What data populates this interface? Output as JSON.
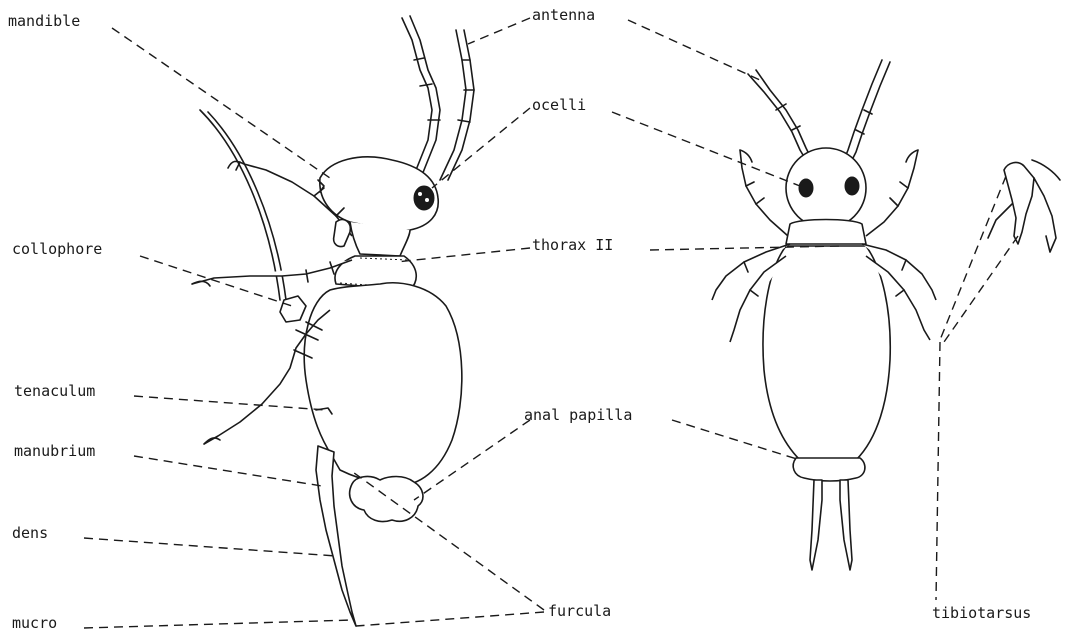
{
  "labels": {
    "mandible": "mandible",
    "antenna": "antenna",
    "ocelli": "ocelli",
    "collophore": "collophore",
    "thorax": "thorax II",
    "tenaculum": "tenaculum",
    "manubrium": "manubrium",
    "anal_papilla": "anal papilla",
    "dens": "dens",
    "mucro": "mucro",
    "furcula": "furcula",
    "tibiotarsus": "tibiotarsus"
  },
  "figures": [
    "lateral-view-springtail",
    "dorsal-view-springtail",
    "tibiotarsus-detail"
  ]
}
